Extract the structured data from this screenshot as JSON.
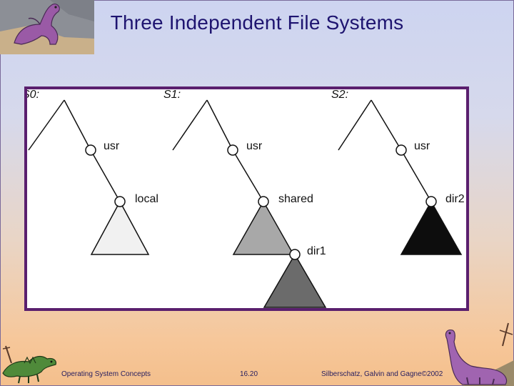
{
  "slide": {
    "title": "Three Independent File Systems"
  },
  "figure": {
    "systems": [
      {
        "label": "S0:",
        "usr": "usr",
        "subdir": "local",
        "subtree_color": "#f1f1f1"
      },
      {
        "label": "S1:",
        "usr": "usr",
        "subdir": "shared",
        "subtree_color": "#a8a8a8",
        "nested": {
          "label": "dir1",
          "subtree_color": "#6b6b6b"
        }
      },
      {
        "label": "S2:",
        "usr": "usr",
        "subdir": "dir2",
        "subtree_color": "#0d0d0d"
      }
    ]
  },
  "footer": {
    "left": "Operating System Concepts",
    "center": "16.20",
    "right": "Silberschatz, Galvin and Gagne©2002"
  },
  "colors": {
    "title": "#1e1470",
    "frame": "#5a1f6e"
  }
}
